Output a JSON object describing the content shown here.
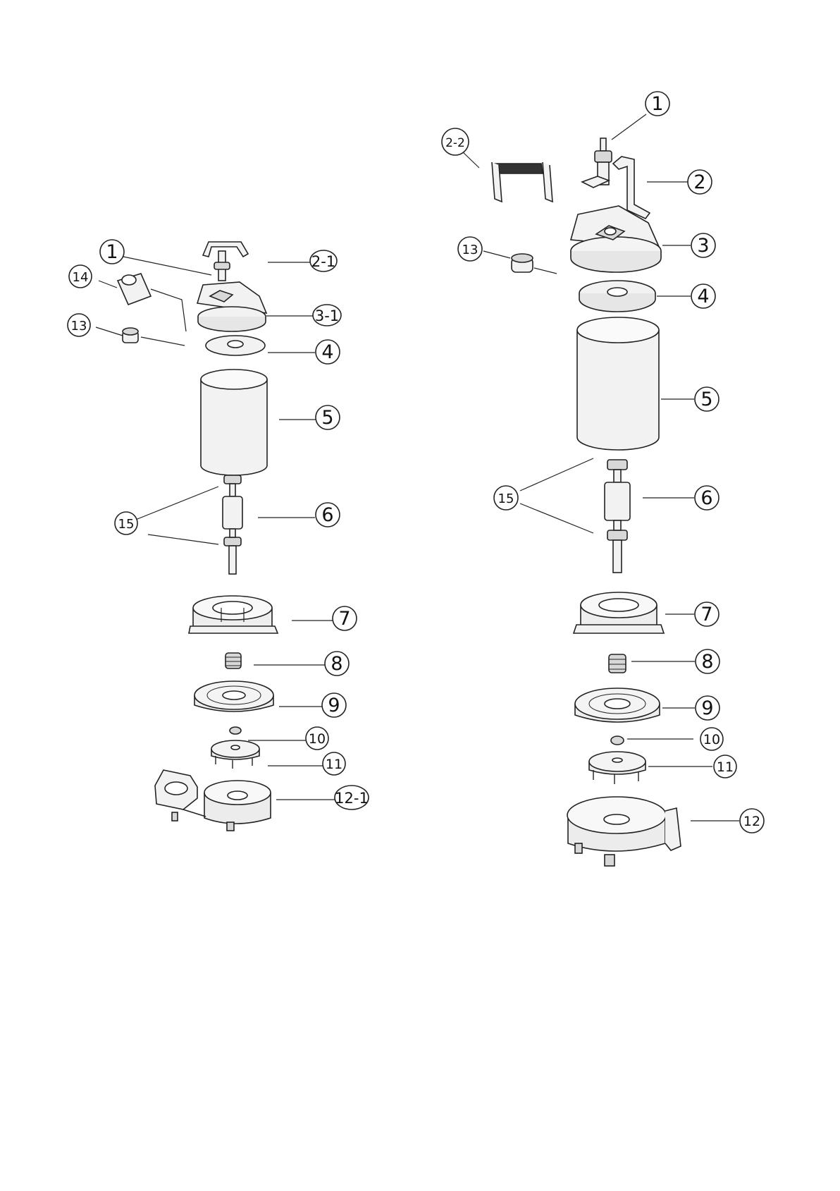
{
  "callouts": {
    "left": {
      "c1": "1",
      "c2_1": "2-1",
      "c14": "14",
      "c3_1": "3-1",
      "c13": "13",
      "c4": "4",
      "c5": "5",
      "c6": "6",
      "c15": "15",
      "c7": "7",
      "c8": "8",
      "c9": "9",
      "c10": "10",
      "c11": "11",
      "c12_1": "12-1"
    },
    "right": {
      "c1": "1",
      "c2_2": "2-2",
      "c2": "2",
      "c13": "13",
      "c3": "3",
      "c4": "4",
      "c5": "5",
      "c15": "15",
      "c6": "6",
      "c7": "7",
      "c8": "8",
      "c9": "9",
      "c10": "10",
      "c11": "11",
      "c12": "12"
    }
  },
  "colors": {
    "line": "#222222",
    "part_fill": "#f2f2f2",
    "shade": "#d8d8d8"
  }
}
